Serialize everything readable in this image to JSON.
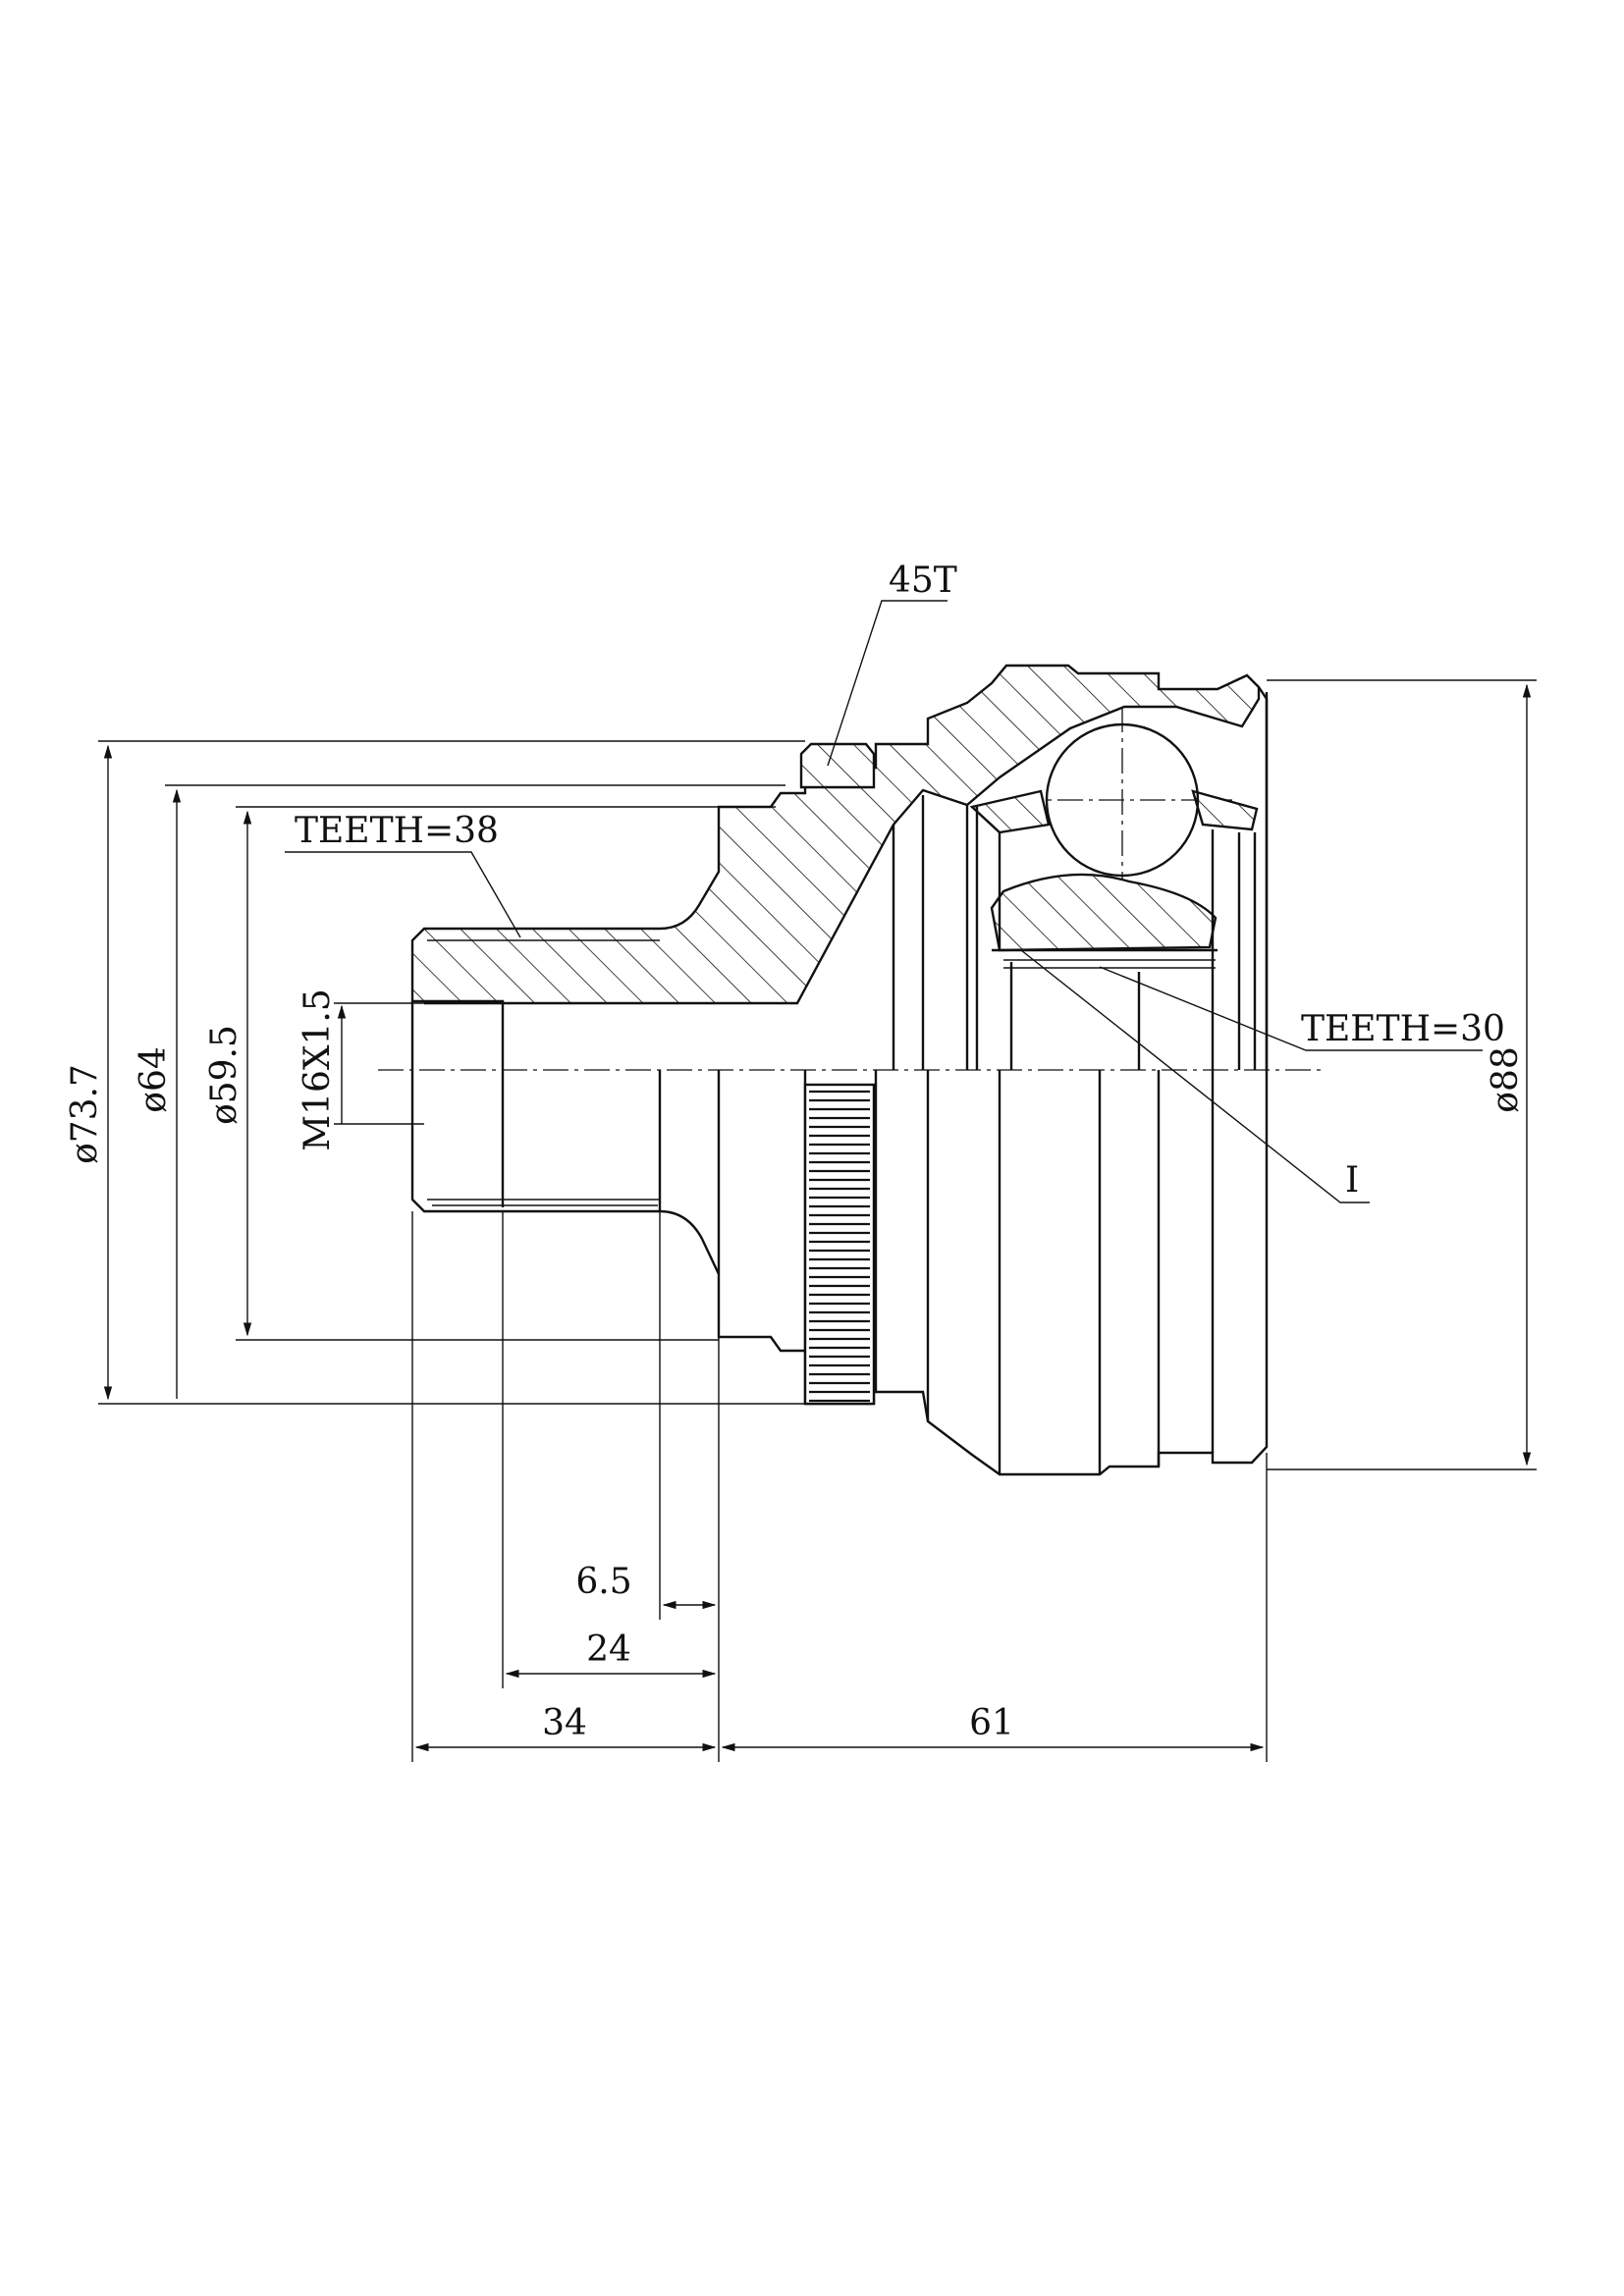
{
  "labels": {
    "gear": "45T",
    "teeth_outer": "TEETH=38",
    "teeth_inner": "TEETH=30",
    "detail": "I"
  },
  "dims": {
    "d73_7": "ø73.7",
    "d64": "ø64",
    "d59_5": "ø59.5",
    "thread": "M16X1.5",
    "d88": "ø88",
    "l6_5": "6.5",
    "l24": "24",
    "l34": "34",
    "l61": "61"
  }
}
